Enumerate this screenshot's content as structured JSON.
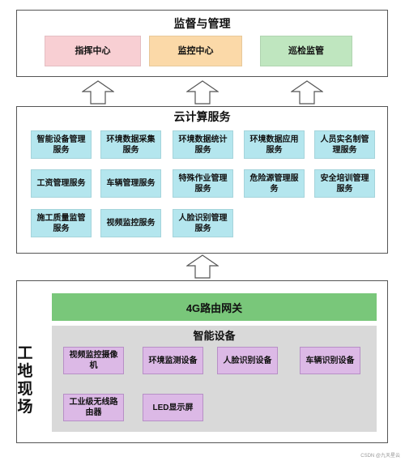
{
  "supervision": {
    "title": "监督与管理",
    "items": [
      "指挥中心",
      "监控中心",
      "巡检监管"
    ],
    "colors": [
      "#f8cfd3",
      "#fbd9a8",
      "#bfe6bf"
    ]
  },
  "cloud": {
    "title": "云计算服务",
    "items": [
      "智能设备管理服务",
      "环境数据采集服务",
      "环境数据统计服务",
      "环境数据应用服务",
      "人员实名制管理服务",
      "工资管理服务",
      "车辆管理服务",
      "特殊作业管理服务",
      "危险源管理服务",
      "安全培训管理服务",
      "施工质量监管服务",
      "视频监控服务",
      "人脸识别管理服务"
    ],
    "color": "#b4e6ee"
  },
  "site": {
    "label": "工地现场",
    "gateway": "4G路由网关",
    "gateway_color": "#79c77a",
    "devices_title": "智能设备",
    "devices": [
      "视频监控摄像机",
      "环境监测设备",
      "人脸识别设备",
      "车辆识别设备",
      "工业级无线路由器",
      "LED显示屏"
    ],
    "device_color": "#dcb9e6"
  },
  "watermark": "CSDN @九天星云"
}
